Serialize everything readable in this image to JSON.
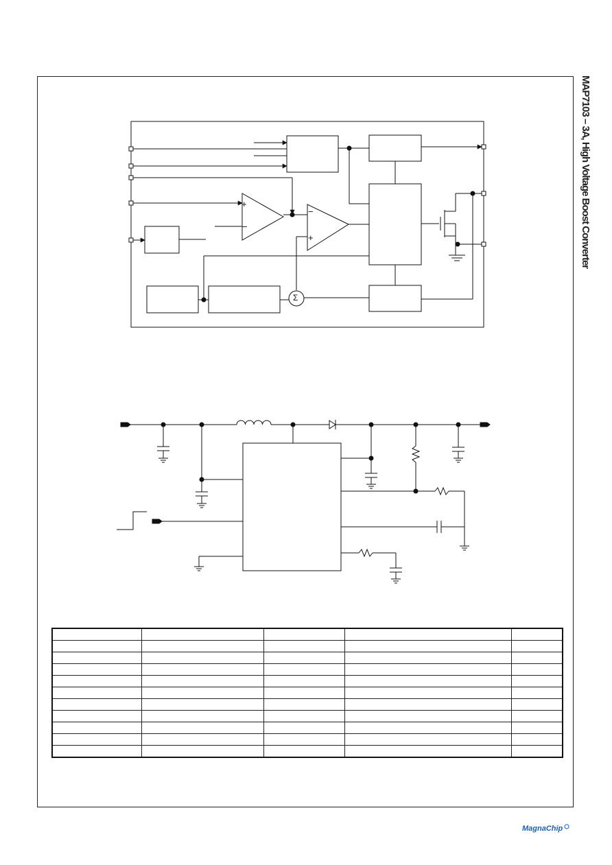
{
  "header": {
    "side_title": "MAP7103 – 3A, High Voltage Boost Converter"
  },
  "logo": {
    "text": "MagnaChip",
    "color": "#1f5fb4"
  },
  "block_diagram": {
    "sum_symbol": "Σ",
    "plus_sign": "+",
    "minus_sign": "−"
  },
  "table": {
    "rows": 11,
    "cols": 5
  }
}
